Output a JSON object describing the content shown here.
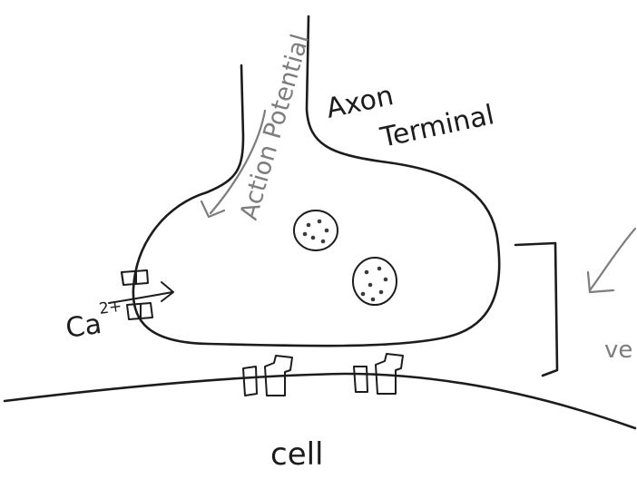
{
  "labels": {
    "axon_terminal_line1": "Axon",
    "axon_terminal_line2": "Terminal",
    "action_potential": "Action Potential",
    "calcium": "Ca",
    "calcium_charge": "2+",
    "cell": "cell",
    "cut_off_text": "ve"
  },
  "colors": {
    "ink": "#1c1c1c",
    "pencil": "#7d7d7d",
    "background": "#ffffff"
  }
}
